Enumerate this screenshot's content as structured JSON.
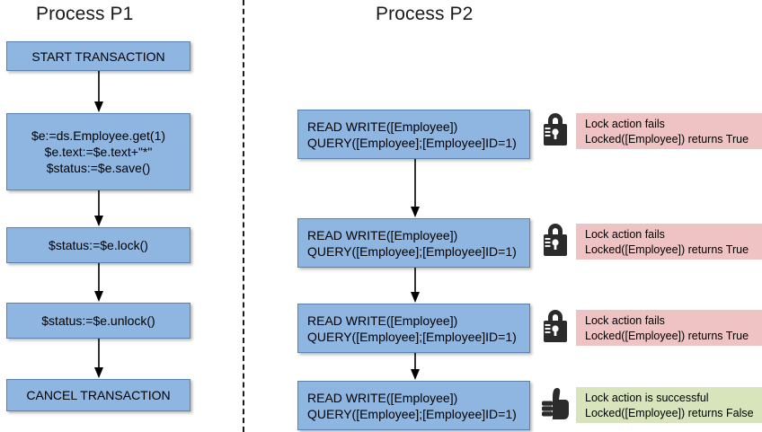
{
  "diagram": {
    "columns": [
      {
        "title": "Process P1",
        "steps": [
          {
            "lines": [
              "START TRANSACTION"
            ]
          },
          {
            "lines": [
              "$e:=ds.Employee.get(1)",
              "$e.text:=$e.text+\"*\"",
              "$status:=$e.save()"
            ]
          },
          {
            "lines": [
              "$status:=$e.lock()"
            ]
          },
          {
            "lines": [
              "$status:=$e.unlock()"
            ]
          },
          {
            "lines": [
              "CANCEL TRANSACTION"
            ]
          }
        ]
      },
      {
        "title": "Process P2",
        "steps": [
          {
            "lines": [
              "READ WRITE([Employee])",
              "QUERY([Employee];[Employee]ID=1)"
            ]
          },
          {
            "lines": [
              "READ WRITE([Employee])",
              "QUERY([Employee];[Employee]ID=1)"
            ]
          },
          {
            "lines": [
              "READ WRITE([Employee])",
              "QUERY([Employee];[Employee]ID=1)"
            ]
          },
          {
            "lines": [
              "READ WRITE([Employee])",
              "QUERY([Employee];[Employee]ID=1)"
            ]
          }
        ]
      }
    ],
    "annotations": [
      {
        "icon": "padlock-locked-icon",
        "status": "fail",
        "line1": "Lock action fails",
        "line2": "Locked([Employee]) returns True"
      },
      {
        "icon": "padlock-locked-icon",
        "status": "fail",
        "line1": "Lock action fails",
        "line2": "Locked([Employee]) returns True"
      },
      {
        "icon": "padlock-locked-icon",
        "status": "fail",
        "line1": "Lock action fails",
        "line2": "Locked([Employee]) returns True"
      },
      {
        "icon": "thumbs-up-icon",
        "status": "success",
        "line1": "Lock action is successful",
        "line2": "Locked([Employee]) returns False"
      }
    ],
    "colors": {
      "process_box_fill": "#8FB6E1",
      "process_box_border": "#5A82B0",
      "annotation_fail_fill": "#EFC3C4",
      "annotation_success_fill": "#D7E4BC",
      "icon_fill": "#2B2B2B",
      "arrow_stroke": "#000000",
      "divider_stroke": "#1A1A1A"
    }
  }
}
